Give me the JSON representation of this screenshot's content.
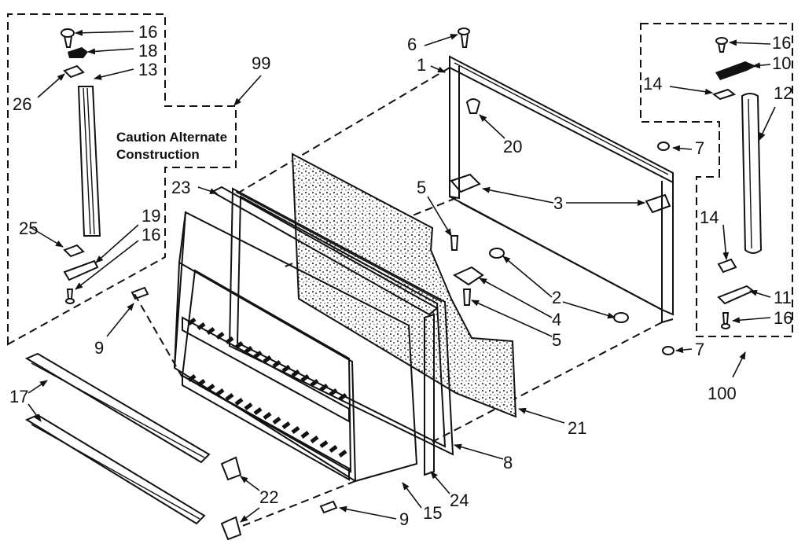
{
  "labels": {
    "p1": "1",
    "p2a": "2",
    "p2b": "2",
    "p3": "3",
    "p4": "4",
    "p5a": "5",
    "p5b": "5",
    "p6": "6",
    "p7a": "7",
    "p7b": "7",
    "p8": "8",
    "p9a": "9",
    "p9b": "9",
    "p10": "10",
    "p11": "11",
    "p12": "12",
    "p13": "13",
    "p14a": "14",
    "p14b": "14",
    "p15": "15",
    "p16a": "16",
    "p16b": "16",
    "p16c": "16",
    "p16d": "16",
    "p17": "17",
    "p18": "18",
    "p19": "19",
    "p20": "20",
    "p21": "21",
    "p22": "22",
    "p23": "23",
    "p24": "24",
    "p25": "25",
    "p26": "26",
    "p99": "99",
    "p100": "100"
  },
  "caption": {
    "line1": "Caution Alternate",
    "line2": "Construction"
  }
}
